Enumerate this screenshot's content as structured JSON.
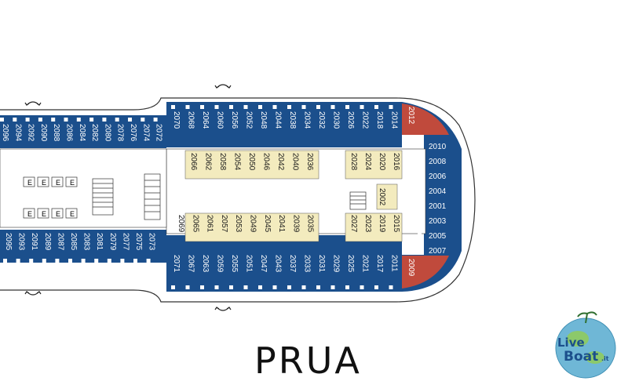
{
  "title": "PRUA",
  "logo": {
    "name": "live-boat-logo",
    "text_live": "Live",
    "text_boat": "Boat",
    "text_suffix": ".it"
  },
  "colors": {
    "outside_cabin": "#1b4f8c",
    "inside_cabin": "#f3ebbe",
    "premium_suite": "#c04a3c",
    "hull_outline": "#333333"
  },
  "stair_symbol": "E",
  "cabins": {
    "top_left_partial": [
      "2096",
      "2094",
      "2092",
      "2090",
      "2088",
      "2086",
      "2084",
      "2082",
      "2080",
      "2078",
      "2076",
      "2074",
      "2072"
    ],
    "top_main": [
      "2070",
      "2068",
      "2064",
      "2060",
      "2056",
      "2052",
      "2048",
      "2044",
      "2038",
      "2034",
      "2032",
      "2030",
      "2026",
      "2022",
      "2018",
      "2014"
    ],
    "top_right_suite": "2012",
    "bottom_left_partial": [
      "2095",
      "2093",
      "2091",
      "2089",
      "2087",
      "2085",
      "2083",
      "2081",
      "2079",
      "2077",
      "2075",
      "2073"
    ],
    "bottom_main": [
      "2071",
      "2067",
      "2063",
      "2059",
      "2055",
      "2051",
      "2047",
      "2043",
      "2037",
      "2033",
      "2031",
      "2029",
      "2025",
      "2021",
      "2017",
      "2011"
    ],
    "bottom_right_suite": "2009",
    "bow_column": [
      "2010",
      "2008",
      "2006",
      "2004",
      "2001",
      "2003",
      "2005",
      "2007"
    ],
    "bow_special": "2002",
    "inner_top_row": [
      "2066",
      "2062",
      "2058",
      "2054",
      "2050",
      "2046",
      "2042",
      "2040",
      "2036"
    ],
    "inner_top_right": [
      "2028",
      "2024",
      "2020",
      "2016"
    ],
    "inner_bottom_row": [
      "2069",
      "2065",
      "2061",
      "2057",
      "2053",
      "2049",
      "2045",
      "2041",
      "2039",
      "2035"
    ],
    "inner_bottom_right": [
      "2027",
      "2023",
      "2019",
      "2015"
    ]
  }
}
